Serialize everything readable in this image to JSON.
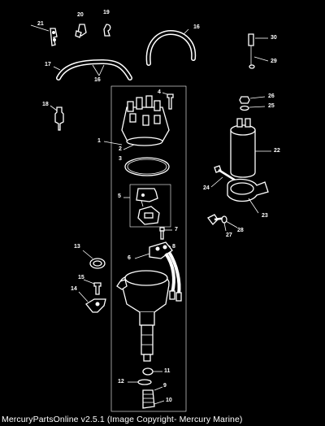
{
  "caption": "MercuryPartsOnline v2.5.1 (Image Copyright- Mercury Marine)",
  "callouts": {
    "c1": "1",
    "c2": "2",
    "c3": "3",
    "c4": "4",
    "c5": "5",
    "c6": "6",
    "c7": "7",
    "c8": "8",
    "c9": "9",
    "c10": "10",
    "c11": "11",
    "c12": "12",
    "c13": "13",
    "c14": "14",
    "c15": "15",
    "c16": "16",
    "c17": "17",
    "c18": "18",
    "c19": "19",
    "c20": "20",
    "c21": "21",
    "c22": "22",
    "c23": "23",
    "c24": "24",
    "c25": "25",
    "c26": "26",
    "c27": "27",
    "c28": "28",
    "c29": "29",
    "c30": "30"
  },
  "colors": {
    "background": "#000000",
    "linework": "#ffffff"
  }
}
